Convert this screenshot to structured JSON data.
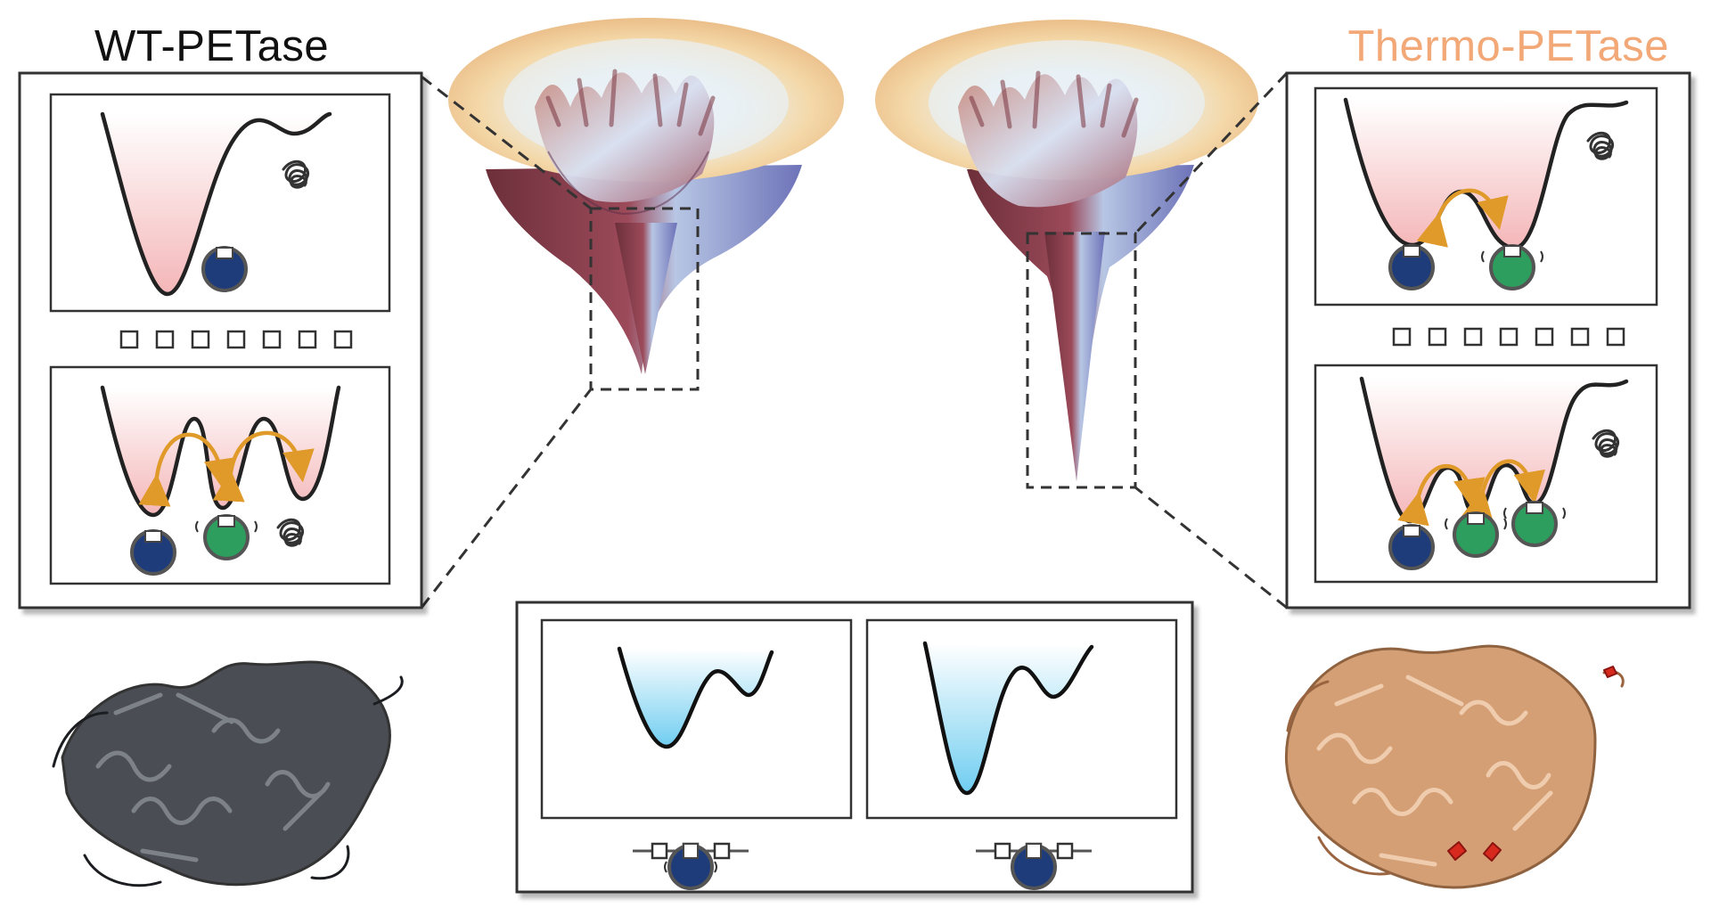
{
  "titles": {
    "left": "WT-PETase",
    "right": "Thermo-PETase"
  },
  "colors": {
    "wt_title": "#111111",
    "thermo_title": "#f2a877",
    "state_native": "#1f3c7a",
    "state_substate": "#2e9e5e",
    "transition_arrow": "#e09a2a",
    "well_fill_pink": "#f7c6c6",
    "well_fill_blue": "#7fd3f2",
    "wt_protein": "#3b3f46",
    "thermo_protein": "#d39a6e",
    "thermo_mutation": "#d8291f"
  },
  "icons": [
    "energy-funnel-surface",
    "unfolded-coil-icon",
    "pet-chain-icon",
    "protein-cartoon"
  ]
}
